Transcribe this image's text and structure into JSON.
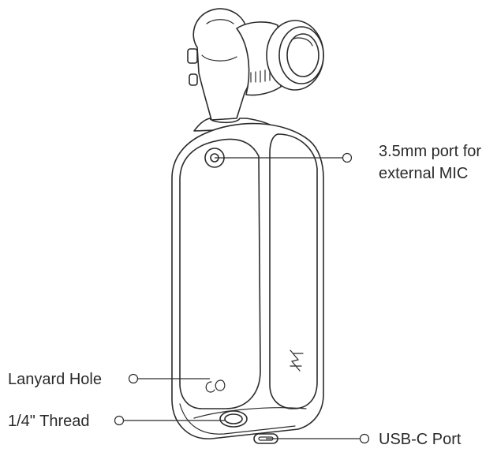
{
  "labels": {
    "mic_port_line1": "3.5mm port for",
    "mic_port_line2": "external MIC",
    "lanyard_hole": "Lanyard Hole",
    "thread": "1/4\" Thread",
    "usb_c_port": "USB-C Port"
  }
}
